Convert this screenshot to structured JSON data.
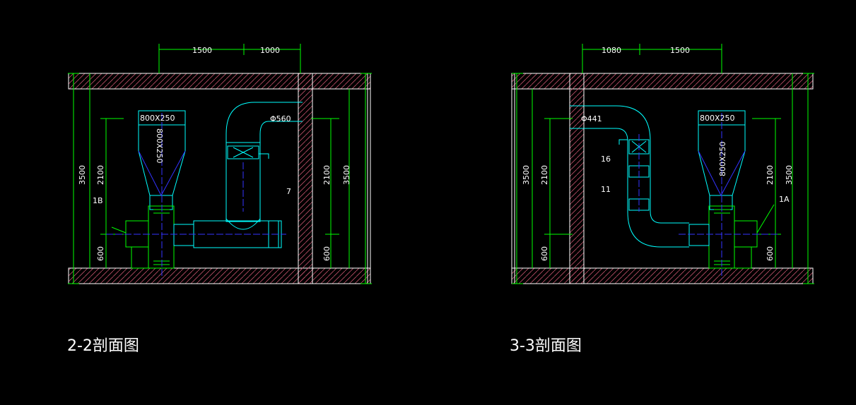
{
  "colors": {
    "background": "#000000",
    "wall_outline": "#ffffff",
    "wall_hatch": "#c0506a",
    "dimension": "#00ff00",
    "duct": "#00ffff",
    "equipment": "#00ff00",
    "center_line": "#3333ff",
    "text": "#ffffff"
  },
  "section_2_2": {
    "title": "2-2剖面图",
    "dim_top_left": "1500",
    "dim_top_right": "1000",
    "dim_height_left": "3500",
    "dim_height_right": "3500",
    "dim_inner_left": "2100",
    "dim_inner_right": "2100",
    "dim_low_left": "600",
    "dim_low_right": "600",
    "filter_size_h": "800X250",
    "filter_size_v": "800X250",
    "duct_diameter": "Φ560",
    "tag_fan": "1B",
    "tag_item": "7"
  },
  "section_3_3": {
    "title": "3-3剖面图",
    "dim_top_left": "1080",
    "dim_top_right": "1500",
    "dim_height_left": "3500",
    "dim_height_right": "3500",
    "dim_inner_left": "2100",
    "dim_inner_right": "2100",
    "dim_low_left": "600",
    "dim_low_right": "600",
    "filter_size_h": "800X250",
    "filter_size_v": "800X250",
    "duct_diameter": "Φ441",
    "tag_fan": "1A",
    "tag_item_a": "16",
    "tag_item_b": "11"
  }
}
